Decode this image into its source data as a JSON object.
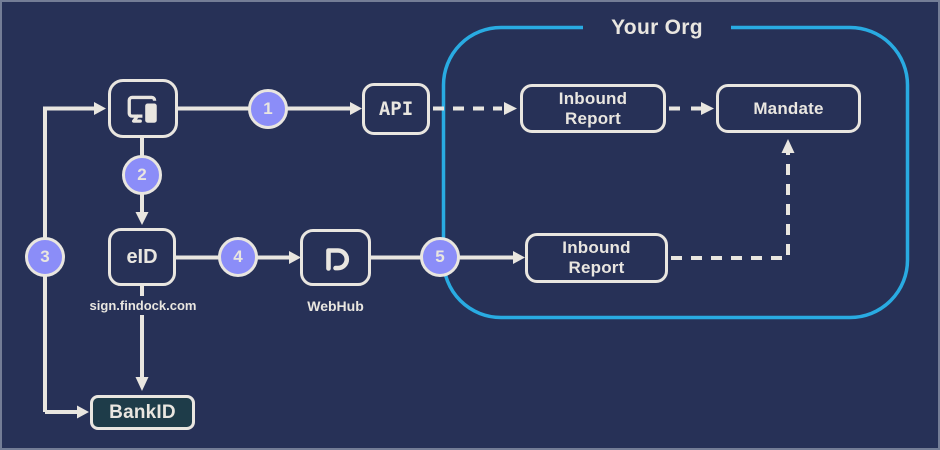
{
  "diagram": {
    "org_title": "Your Org",
    "steps": [
      "1",
      "2",
      "3",
      "4",
      "5"
    ],
    "nodes": {
      "devices": {
        "icon": "devices-icon"
      },
      "api": {
        "label": "API"
      },
      "inbound_report_top": {
        "label": "Inbound\nReport"
      },
      "mandate": {
        "label": "Mandate"
      },
      "eid": {
        "label": "eID",
        "sublabel": "sign.findock.com"
      },
      "webhub": {
        "icon": "findock-logo-icon",
        "sublabel": "WebHub"
      },
      "inbound_report_bottom": {
        "label": "Inbound\nReport"
      },
      "bankid": {
        "label": "BankID"
      }
    },
    "edges": [
      {
        "from": "devices",
        "to": "api",
        "step": "1",
        "style": "solid"
      },
      {
        "from": "devices",
        "to": "eid",
        "step": "2",
        "style": "solid"
      },
      {
        "from": "bankid-loop",
        "to": "devices",
        "step": "3",
        "style": "solid"
      },
      {
        "from": "eid",
        "to": "webhub",
        "step": "4",
        "style": "solid"
      },
      {
        "from": "webhub",
        "to": "inbound_report_bottom",
        "step": "5",
        "style": "solid"
      },
      {
        "from": "eid",
        "to": "bankid",
        "style": "solid"
      },
      {
        "from": "api",
        "to": "inbound_report_top",
        "style": "dashed"
      },
      {
        "from": "inbound_report_top",
        "to": "mandate",
        "style": "dashed"
      },
      {
        "from": "inbound_report_bottom",
        "to": "mandate",
        "style": "dashed"
      }
    ],
    "colors": {
      "background": "#273157",
      "line": "#e9e6e0",
      "step_fill": "#8b8df8",
      "org_border": "#29abe2",
      "bankid_fill": "#1e3c49"
    }
  }
}
